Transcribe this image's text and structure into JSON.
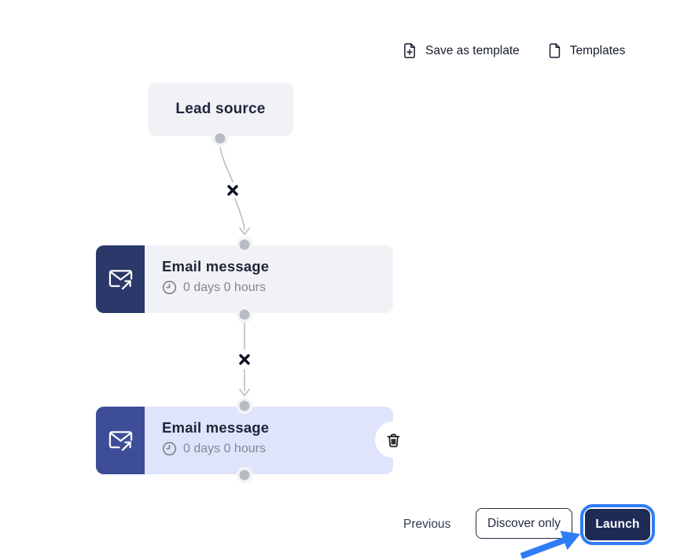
{
  "header": {
    "save_as_template_label": "Save as template",
    "templates_label": "Templates"
  },
  "canvas": {
    "lead_source_label": "Lead source",
    "steps": [
      {
        "title": "Email message",
        "delay": "0 days 0 hours",
        "selected": false
      },
      {
        "title": "Email message",
        "delay": "0 days 0 hours",
        "selected": true
      }
    ]
  },
  "footer": {
    "previous_label": "Previous",
    "discover_only_label": "Discover only",
    "launch_label": "Launch"
  },
  "icons": {
    "save_as_template": "file-plus-icon",
    "templates": "file-icon",
    "step": "email-send-icon",
    "delay": "clock-icon",
    "delete": "trash-icon",
    "remove_connection": "x-icon",
    "annotation": "arrow-icon"
  },
  "colors": {
    "node_bg": "#f1f2f5",
    "node_selected_bg": "#dfe4fb",
    "icon_box": "#2a3969",
    "icon_box_selected": "#3d4d97",
    "title_text": "#1e2538",
    "muted_text": "#848792",
    "accent_blue": "#2e7df5",
    "launch_bg": "#1d2b55",
    "connector": "#b9bdc6"
  }
}
